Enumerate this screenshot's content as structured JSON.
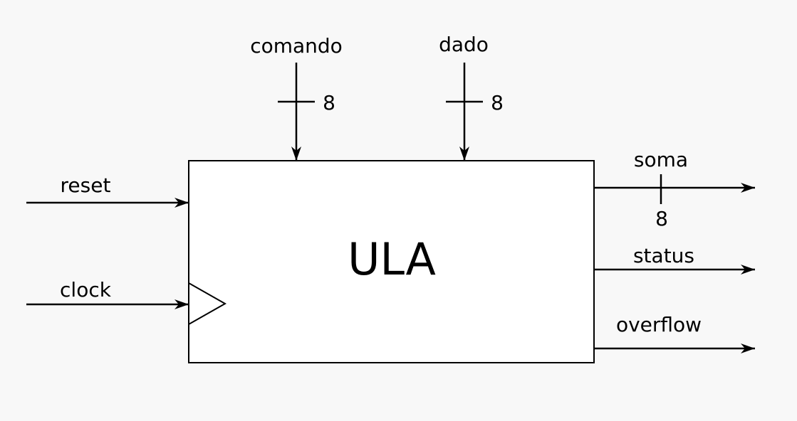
{
  "block": {
    "title": "ULA",
    "fill": "#ffffff",
    "stroke": "#000000"
  },
  "inputs": {
    "reset": "reset",
    "clock": "clock"
  },
  "buses_in": {
    "comando": {
      "label": "comando",
      "width": "8"
    },
    "dado": {
      "label": "dado",
      "width": "8"
    }
  },
  "outputs": {
    "soma": {
      "label": "soma",
      "width": "8"
    },
    "status": "status",
    "overflow": "overflow"
  },
  "colors": {
    "background": "#f8f8f8",
    "line": "#000000"
  }
}
